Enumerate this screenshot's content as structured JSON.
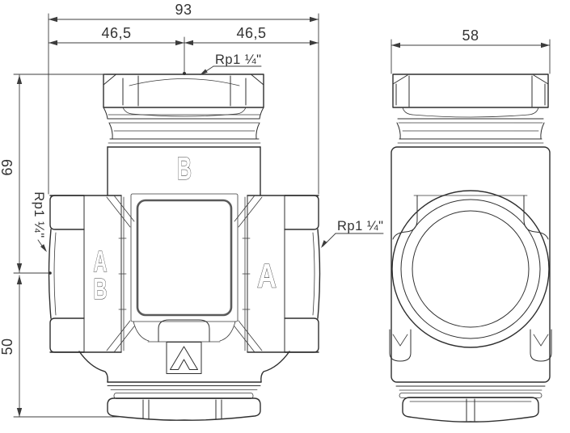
{
  "drawing": {
    "front_view": {
      "dim_width_total": "93",
      "dim_width_left": "46,5",
      "dim_width_right": "46,5",
      "dim_height_upper": "69",
      "dim_height_lower": "50",
      "thread_top": "Rp1 ¼\"",
      "thread_left": "Rp1 ¼\"",
      "thread_right": "Rp1 ¼\"",
      "label_top_port": "B",
      "label_left_port_char1": "A",
      "label_left_port_char2": "B",
      "label_right_port": "A"
    },
    "side_view": {
      "dim_depth": "58"
    },
    "colors": {
      "line": "#2f2f2f",
      "dim_line": "#3c3c3c",
      "inner_face": "#5a5a5a",
      "background": "#ffffff"
    }
  }
}
